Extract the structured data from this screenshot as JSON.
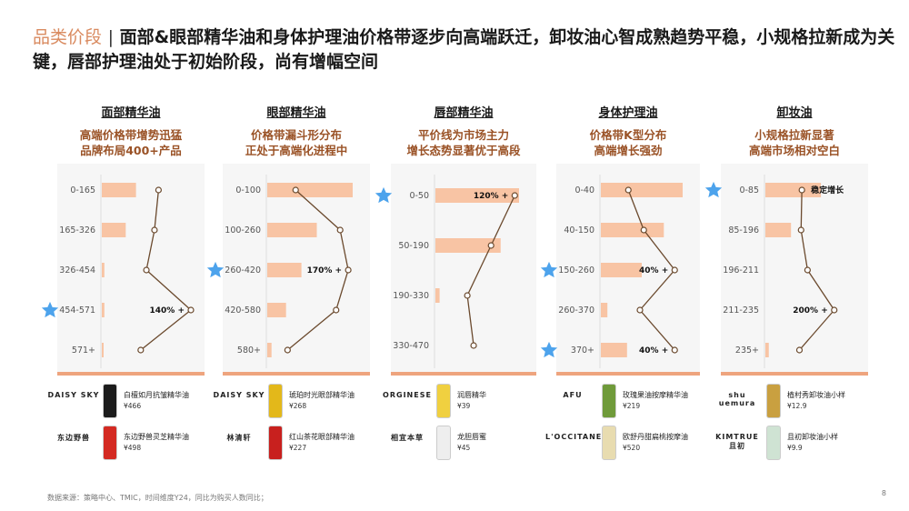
{
  "title": {
    "tag": "品类价段",
    "separator": "|",
    "text_bold": "面部&眼部精华油和身体护理油价格带逐步向高端跃迁，卸妆油心智成熟趋势平稳，小规格拉新成为关键，唇部护理油处于初始阶段，尚有增幅空间"
  },
  "columns": [
    {
      "name": "面部精华油",
      "sub1": "高端价格带增势迅猛",
      "sub2": "品牌布局400+产品"
    },
    {
      "name": "眼部精华油",
      "sub1": "价格带漏斗形分布",
      "sub2": "正处于高端化进程中"
    },
    {
      "name": "唇部精华油",
      "sub1": "平价线为市场主力",
      "sub2": "增长态势显著优于高段"
    },
    {
      "name": "身体护理油",
      "sub1": "价格带K型分布",
      "sub2": "高端增长强劲"
    },
    {
      "name": "卸妆油",
      "sub1": "小规格拉新显著",
      "sub2": "高端市场相对空白"
    }
  ],
  "colors": {
    "bar": "#f8c4a4",
    "line": "#6b4a2e",
    "star": "#4da3ec",
    "title_tag": "#d98a5f",
    "subtitle": "#9a5226",
    "panel_border": "#eea47e"
  },
  "chart_data": [
    {
      "type": "bar+line",
      "title": "面部精华油",
      "categories": [
        "0-165",
        "165-326",
        "326-454",
        "454-571",
        "571+"
      ],
      "bar_share": [
        40,
        28,
        3,
        3,
        2
      ],
      "growth_index": [
        60,
        55,
        45,
        100,
        38
      ],
      "annotations": [
        {
          "category": "454-571",
          "text": "140% +"
        }
      ],
      "starred": [
        "454-571"
      ]
    },
    {
      "type": "bar+line",
      "title": "眼部精华油",
      "categories": [
        "0-100",
        "100-260",
        "260-420",
        "420-580",
        "580+"
      ],
      "bar_share": [
        100,
        58,
        40,
        22,
        5
      ],
      "growth_index": [
        25,
        80,
        90,
        75,
        15
      ],
      "annotations": [
        {
          "category": "260-420",
          "text": "170% +"
        }
      ],
      "starred": [
        "260-420"
      ]
    },
    {
      "type": "bar+line",
      "title": "唇部精华油",
      "categories": [
        "0-50",
        "50-190",
        "190-330",
        "330-470"
      ],
      "bar_share": [
        100,
        78,
        5,
        0
      ],
      "growth_index": [
        90,
        60,
        30,
        38
      ],
      "annotations": [
        {
          "category": "0-50",
          "text": "120% +"
        }
      ],
      "starred": [
        "0-50"
      ]
    },
    {
      "type": "bar+line",
      "title": "身体护理油",
      "categories": [
        "0-40",
        "40-150",
        "150-260",
        "260-370",
        "370+"
      ],
      "bar_share": [
        100,
        77,
        50,
        8,
        32
      ],
      "growth_index": [
        25,
        45,
        85,
        40,
        85
      ],
      "annotations": [
        {
          "category": "150-260",
          "text": "40% +"
        },
        {
          "category": "370+",
          "text": "40% +"
        }
      ],
      "starred": [
        "150-260",
        "370+"
      ]
    },
    {
      "type": "bar+line",
      "title": "卸妆油",
      "categories": [
        "0-85",
        "85-196",
        "196-211",
        "211-235",
        "235+"
      ],
      "bar_share": [
        65,
        30,
        0,
        0,
        4
      ],
      "growth_index": [
        35,
        34,
        42,
        75,
        32
      ],
      "annotations": [
        {
          "category": "0-85",
          "text": "稳定增长"
        },
        {
          "category": "211-235",
          "text": "200% +"
        }
      ],
      "starred": [
        "0-85"
      ]
    }
  ],
  "products": [
    [
      {
        "brand": "DAISY SKY",
        "name": "白檀如月抗皱精华油",
        "price": "¥466",
        "color": "#1c1c1c"
      },
      {
        "brand": "东边野兽",
        "name": "东边野兽灵芝精华油",
        "price": "¥498",
        "color": "#d42a22"
      }
    ],
    [
      {
        "brand": "DAISY SKY",
        "name": "琥珀时光眼部精华油",
        "price": "¥268",
        "color": "#e3b81a"
      },
      {
        "brand": "林清轩",
        "name": "红山茶花眼部精华油",
        "price": "¥227",
        "color": "#c8201e"
      }
    ],
    [
      {
        "brand": "ORGINESE",
        "name": "润唇精华",
        "price": "¥39",
        "color": "#f0d040"
      },
      {
        "brand": "相宜本草",
        "name": "龙胆唇蜜",
        "price": "¥45",
        "color": "#eeeeee"
      }
    ],
    [
      {
        "brand": "AFU",
        "name": "玫瑰果油按摩精华油",
        "price": "¥219",
        "color": "#6f9a3a"
      },
      {
        "brand": "L'OCCITANE",
        "name": "欧舒丹甜扁桃按摩油",
        "price": "¥520",
        "color": "#e8dcb0"
      }
    ],
    [
      {
        "brand": "shu uemura",
        "name": "植村秀卸妆油小样",
        "price": "¥12.9",
        "color": "#c9a040"
      },
      {
        "brand": "KIMTRUE 且初",
        "name": "且初卸妆油小样",
        "price": "¥9.9",
        "color": "#cfe3d3"
      }
    ]
  ],
  "footer": {
    "source": "数据来源：策略中心、TMIC，时间维度Y24，同比为购买人数同比；",
    "page": "8"
  }
}
